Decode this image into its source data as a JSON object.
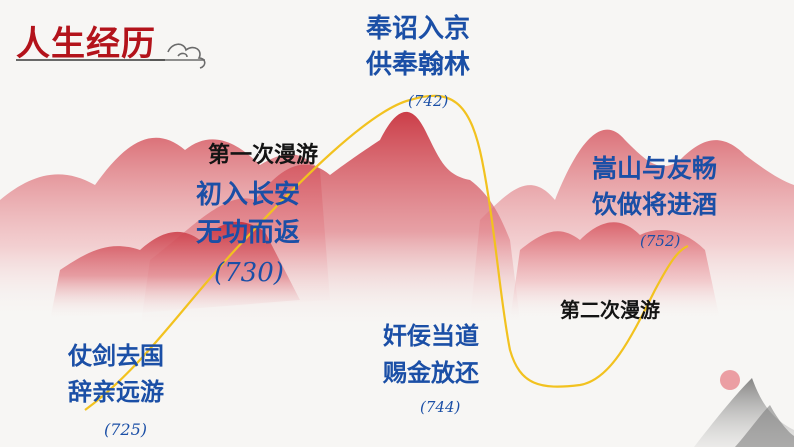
{
  "title": "人生经历",
  "events": {
    "youth": {
      "line1": "仗剑去国",
      "line2": "辞亲远游",
      "year": "(725)"
    },
    "first_trip": {
      "heading": "第一次漫游",
      "line1": "初入长安",
      "line2": "无功而返",
      "year": "(730)"
    },
    "court": {
      "line1": "奉诏入京",
      "line2": "供奉翰林",
      "year": "(742)"
    },
    "exile": {
      "line1": "奸佞当道",
      "line2": "赐金放还",
      "year": "(744)"
    },
    "second_trip": {
      "heading": "第二次漫游"
    },
    "songshan": {
      "line1": "嵩山与友畅",
      "line2": "饮做将进酒",
      "year": "(752)"
    }
  },
  "colors": {
    "accent": "#b3131b",
    "text_blue": "#1b4fa6",
    "curve": "#f2c21f",
    "mountain": "#d8505a"
  }
}
